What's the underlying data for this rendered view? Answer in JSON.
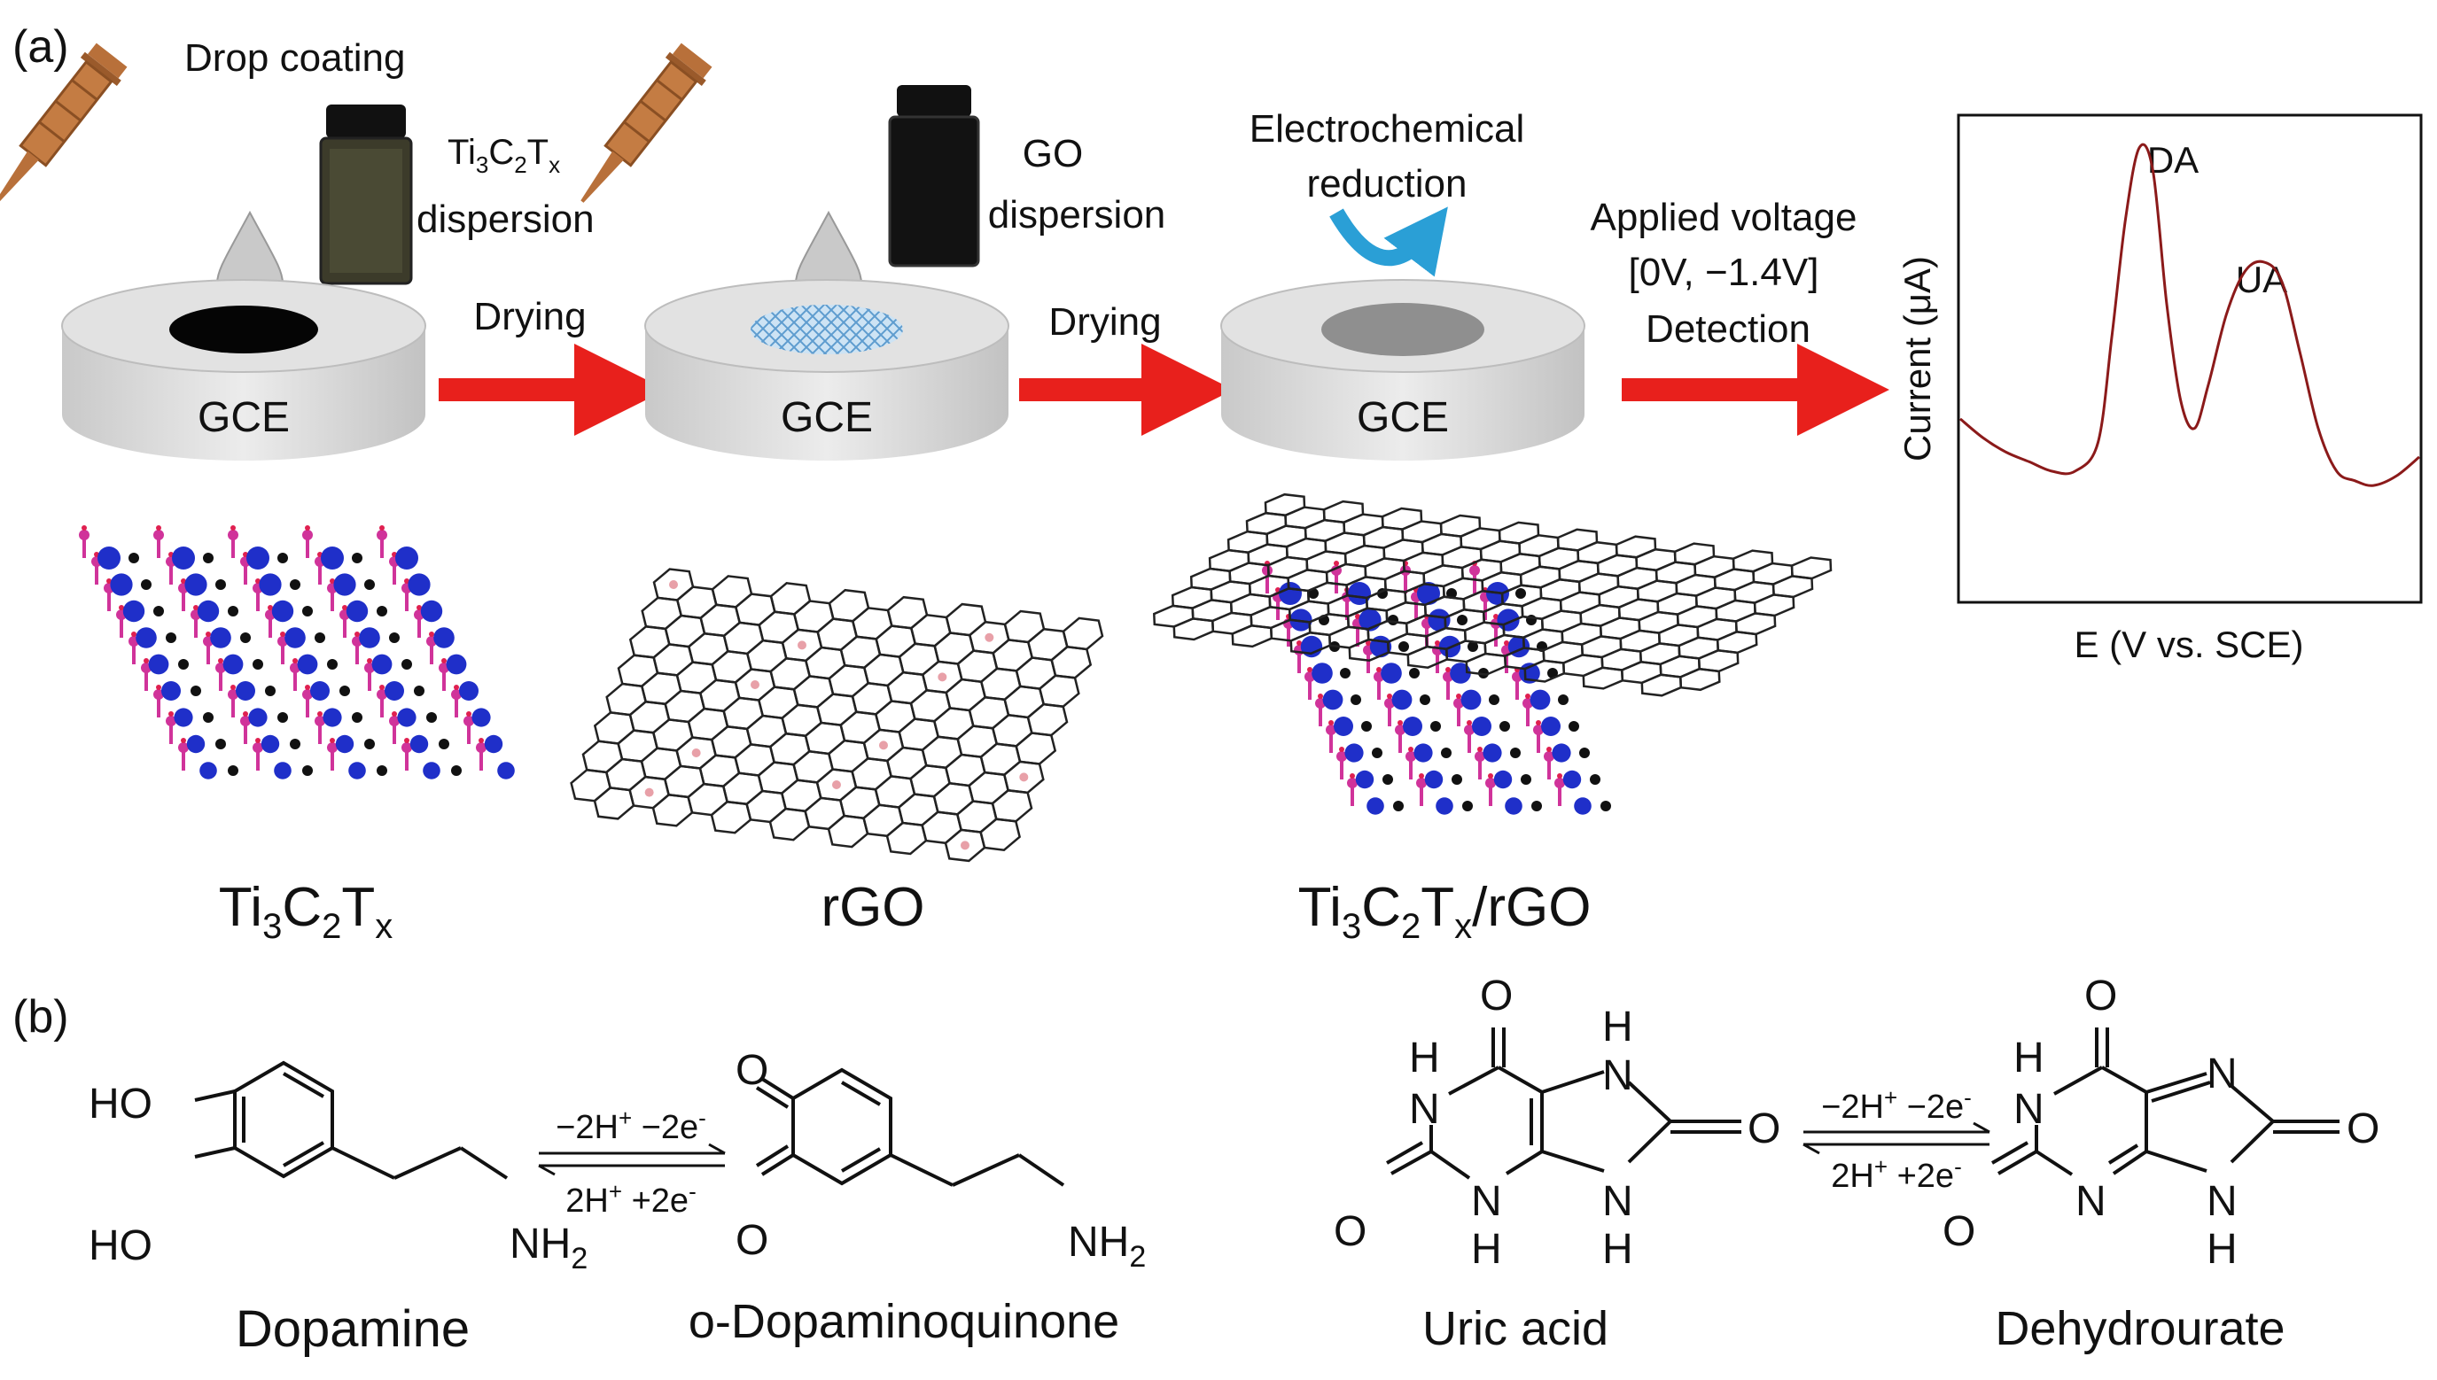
{
  "panel_a": {
    "label": "(a)",
    "steps": {
      "drop_coating": "Drop coating",
      "ti3c2tx_dispersion": {
        "formula": [
          "Ti",
          "3",
          "C",
          "2",
          "T",
          "x"
        ],
        "word": "dispersion"
      },
      "drying_1": "Drying",
      "go_dispersion": {
        "line1": "GO",
        "line2": "dispersion"
      },
      "drying_2": "Drying",
      "electrochemical_reduction": {
        "line1": "Electrochemical",
        "line2": "reduction"
      },
      "applied_voltage": {
        "line1": "Applied voltage",
        "line2": "[0V, −1.4V]"
      },
      "detection": "Detection"
    },
    "electrode_label": "GCE",
    "materials": {
      "ti3c2tx": [
        "Ti",
        "3",
        "C",
        "2",
        "T",
        "x"
      ],
      "rgo": "rGO",
      "composite": [
        "Ti",
        "3",
        "C",
        "2",
        "T",
        "x",
        "/rGO"
      ]
    },
    "colors": {
      "arrow": "#e8201c",
      "syringe": "#b8703a",
      "electrode": "#d4d4d4",
      "titanium": "#1f2fc9",
      "termination": "#d0339a",
      "carbon": "#111111",
      "reduction_arrow": "#2a9fd6",
      "curve": "#8b1a1a"
    }
  },
  "chart_data": {
    "type": "line",
    "xlabel": "E (V vs. SCE)",
    "ylabel": "Current (μA)",
    "x_ticks": false,
    "y_ticks": false,
    "annotations": [
      "DA",
      "UA"
    ],
    "series": [
      {
        "x": [
          0,
          0.05,
          0.1,
          0.15,
          0.2,
          0.25,
          0.3,
          0.33,
          0.36,
          0.39,
          0.42,
          0.45,
          0.48,
          0.51,
          0.54,
          0.58,
          0.62,
          0.66,
          0.7,
          0.74,
          0.78,
          0.82,
          0.86,
          0.9,
          0.95,
          1.0
        ],
        "y": [
          0.38,
          0.34,
          0.31,
          0.29,
          0.27,
          0.27,
          0.33,
          0.55,
          0.8,
          0.95,
          0.9,
          0.62,
          0.42,
          0.36,
          0.45,
          0.6,
          0.69,
          0.71,
          0.67,
          0.52,
          0.36,
          0.27,
          0.25,
          0.24,
          0.26,
          0.3
        ]
      }
    ]
  },
  "panel_b": {
    "label": "(b)",
    "compounds": {
      "dopamine": "Dopamine",
      "dopaminoquinone": "o-Dopaminoquinone",
      "uric_acid": "Uric acid",
      "dehydrourate": "Dehydrourate"
    },
    "reaction_forward": [
      "−2H",
      "+",
      " −2e",
      "-"
    ],
    "reaction_reverse": [
      "2H",
      "+",
      " +2e",
      "-"
    ],
    "atoms": {
      "ho": "HO",
      "o": "O",
      "n": "N",
      "h": "H",
      "nh": "NH",
      "sub2": "2"
    }
  }
}
